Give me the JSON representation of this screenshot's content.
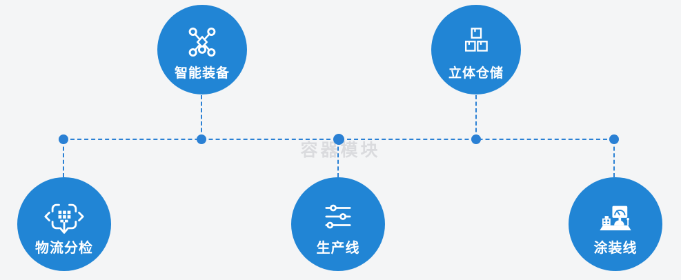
{
  "diagram": {
    "watermark": "容器模块",
    "nodes": [
      {
        "label": "智能装备",
        "icon": "network-icon"
      },
      {
        "label": "立体仓储",
        "icon": "boxes-icon"
      },
      {
        "label": "物流分检",
        "icon": "sort-arrows-icon"
      },
      {
        "label": "生产线",
        "icon": "sliders-icon"
      },
      {
        "label": "涂装线",
        "icon": "machine-icon"
      }
    ],
    "colors": {
      "background": "#f4f5f6",
      "node_fill": "#2185d5",
      "connector": "#2a80d4",
      "label_text": "#ffffff",
      "watermark_text": "#c6c6cc"
    }
  }
}
